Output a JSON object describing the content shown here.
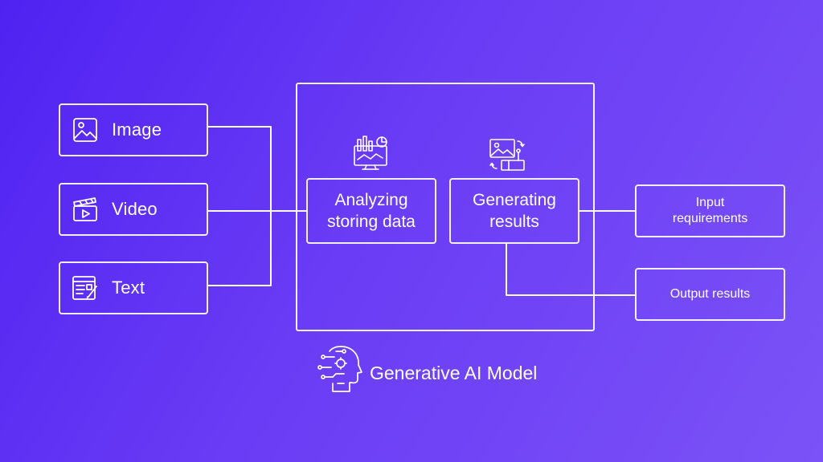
{
  "inputs": [
    {
      "label": "Image",
      "icon": "image-icon"
    },
    {
      "label": "Video",
      "icon": "video-clapper-icon"
    },
    {
      "label": "Text",
      "icon": "text-document-icon"
    }
  ],
  "process": {
    "analyze_label": "Analyzing\nstoring data",
    "generate_label": "Generating\nresults",
    "analyze_icon": "analytics-monitor-icon",
    "generate_icon": "generation-workflow-icon"
  },
  "outputs": {
    "input_requirements": "Input\nrequirements",
    "output_results": "Output results"
  },
  "model": {
    "caption": "Generative AI Model",
    "icon": "ai-head-circuit-icon"
  },
  "colors": {
    "background_start": "#5022f2",
    "background_end": "#7b52f7",
    "line": "#ffffff"
  }
}
